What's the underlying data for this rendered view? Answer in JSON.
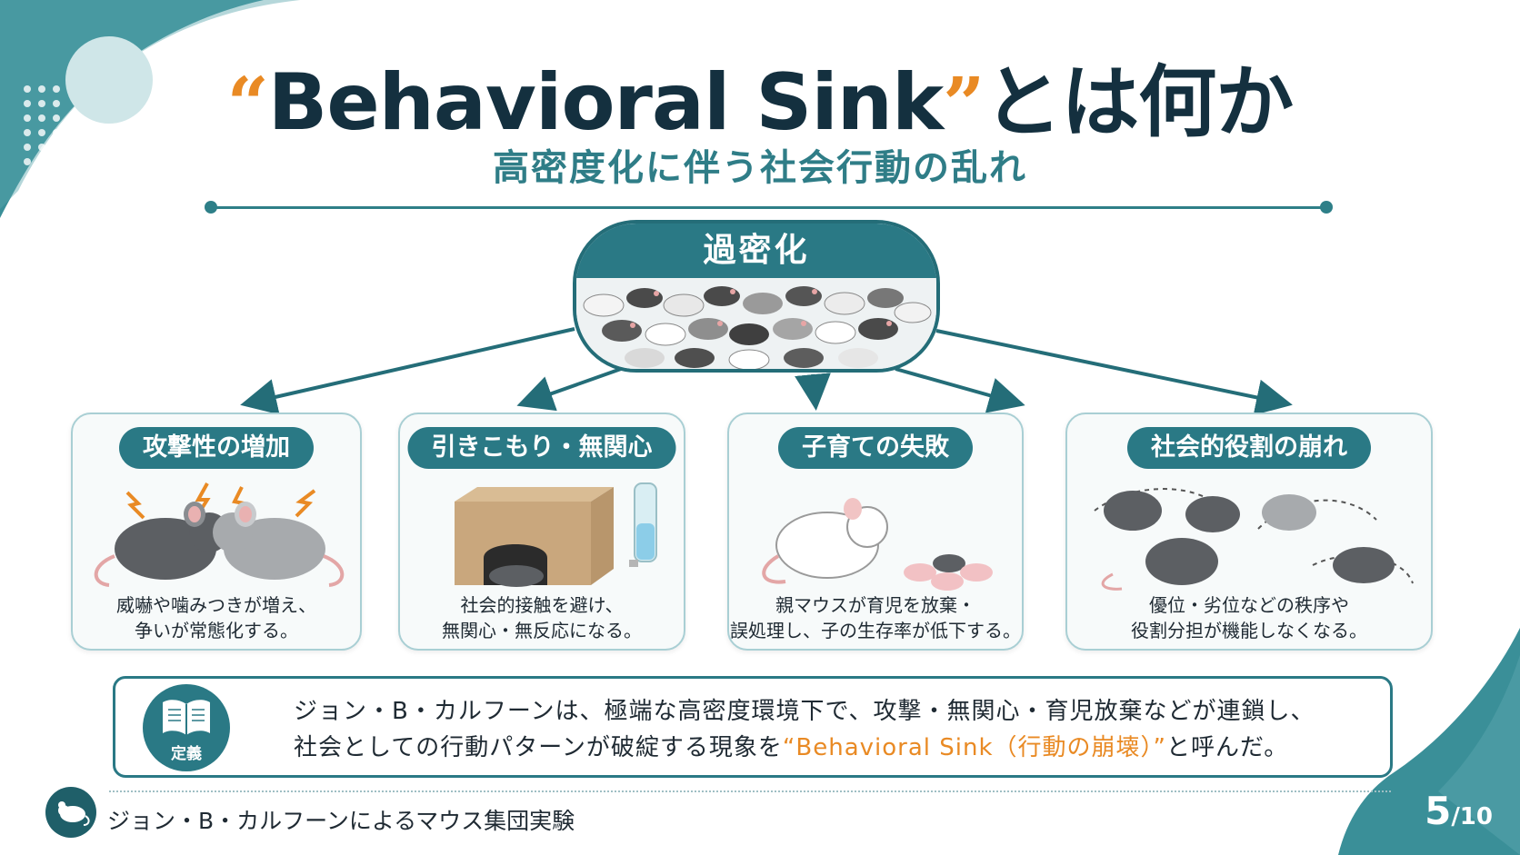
{
  "title": {
    "open_quote": "“",
    "main": "Behavioral Sink",
    "close_quote": "”",
    "suffix": "とは何か"
  },
  "subtitle": "高密度化に伴う社会行動の乱れ",
  "hub": {
    "label": "過密化"
  },
  "cards": [
    {
      "label": "攻撃性の増加",
      "line1": "威嚇や噛みつきが増え、",
      "line2": "争いが常態化する。"
    },
    {
      "label": "引きこもり・無関心",
      "line1": "社会的接触を避け、",
      "line2": "無関心・無反応になる。"
    },
    {
      "label": "子育ての失敗",
      "line1": "親マウスが育児を放棄・",
      "line2": "誤処理し、子の生存率が低下する。"
    },
    {
      "label": "社会的役割の崩れ",
      "line1": "優位・劣位などの秩序や",
      "line2": "役割分担が機能しなくなる。"
    }
  ],
  "definition": {
    "badge": "定義",
    "line1": "ジョン・B・カルフーンは、極端な高密度環境下で、攻撃・無関心・育児放棄などが連鎖し、",
    "line2_pre": "社会としての行動パターンが破綻する現象を",
    "line2_hl": "“Behavioral Sink（行動の崩壊）”",
    "line2_post": "と呼んだ。"
  },
  "footer": {
    "text": "ジョン・B・カルフーンによるマウス集団実験"
  },
  "page": {
    "current": "5",
    "total": "/10"
  },
  "colors": {
    "teal": "#2a7985",
    "accent": "#e98a24",
    "title": "#14303f"
  },
  "icons": [
    "book-icon",
    "mouse-icon",
    "lightning-icon"
  ]
}
